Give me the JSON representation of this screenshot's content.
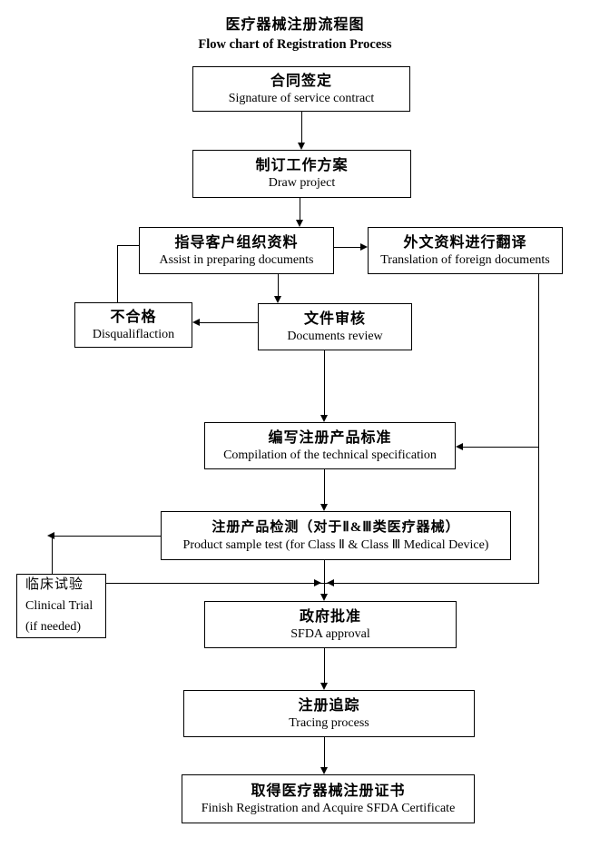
{
  "title": {
    "zh": "医疗器械注册流程图",
    "en": "Flow chart of Registration Process"
  },
  "nodes": {
    "contract": {
      "zh": "合同签定",
      "en": "Signature of service contract"
    },
    "draw_project": {
      "zh": "制订工作方案",
      "en": "Draw project"
    },
    "assist": {
      "zh": "指导客户组织资料",
      "en": "Assist in preparing documents"
    },
    "translation": {
      "zh": "外文资料进行翻译",
      "en": "Translation of foreign documents"
    },
    "disqualification": {
      "zh": "不合格",
      "en": "Disqualiflaction"
    },
    "review": {
      "zh": "文件审核",
      "en": "Documents review"
    },
    "compilation": {
      "zh": "编写注册产品标准",
      "en": "Compilation of the technical specification"
    },
    "sample_test": {
      "zh": "注册产品检测（对于Ⅱ&Ⅲ类医疗器械）",
      "en": "Product sample test (for Class Ⅱ & Class Ⅲ Medical Device)"
    },
    "clinical": {
      "zh": "临床试验",
      "en": "Clinical Trial",
      "en2": "(if needed)"
    },
    "approval": {
      "zh": "政府批准",
      "en": "SFDA approval"
    },
    "tracing": {
      "zh": "注册追踪",
      "en": "Tracing process"
    },
    "certificate": {
      "zh": "取得医疗器械注册证书",
      "en": "Finish Registration and Acquire SFDA Certificate"
    }
  },
  "edges": [
    {
      "from": "contract",
      "to": "draw_project"
    },
    {
      "from": "draw_project",
      "to": "assist"
    },
    {
      "from": "assist",
      "to": "translation"
    },
    {
      "from": "assist",
      "to": "review"
    },
    {
      "from": "review",
      "to": "disqualification"
    },
    {
      "from": "disqualification",
      "to": "assist"
    },
    {
      "from": "review",
      "to": "compilation"
    },
    {
      "from": "translation",
      "to": "compilation"
    },
    {
      "from": "compilation",
      "to": "sample_test"
    },
    {
      "from": "sample_test",
      "to": "clinical"
    },
    {
      "from": "clinical",
      "to": "approval"
    },
    {
      "from": "translation",
      "to": "approval"
    },
    {
      "from": "sample_test",
      "to": "approval"
    },
    {
      "from": "approval",
      "to": "tracing"
    },
    {
      "from": "tracing",
      "to": "certificate"
    }
  ],
  "colors": {
    "background": "#ffffff",
    "line": "#000000",
    "box_border": "#000000",
    "text": "#000000"
  }
}
